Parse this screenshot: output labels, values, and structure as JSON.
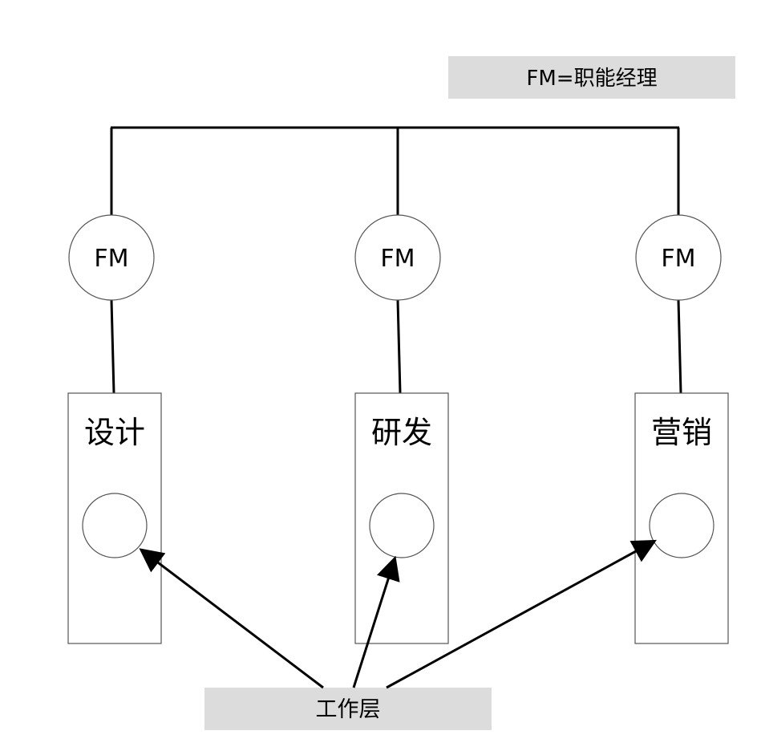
{
  "legend": {
    "text": "FM=职能经理",
    "fill": "#dcdcdc"
  },
  "managers": [
    {
      "label": "FM"
    },
    {
      "label": "FM"
    },
    {
      "label": "FM"
    }
  ],
  "departments": [
    {
      "label": "设计"
    },
    {
      "label": "研发"
    },
    {
      "label": "营销"
    }
  ],
  "work_layer": {
    "text": "工作层",
    "fill": "#dcdcdc"
  },
  "colors": {
    "line": "#000000",
    "shape_stroke": "#555555"
  }
}
